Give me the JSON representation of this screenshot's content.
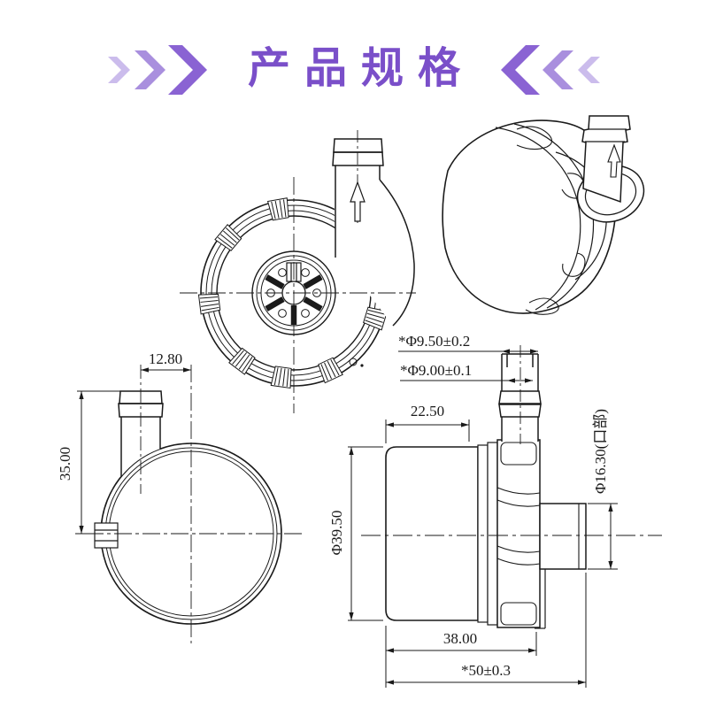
{
  "header": {
    "title": "产品规格",
    "chevron_colors": {
      "light": "#cbbcec",
      "mid": "#a98fde",
      "dark": "#8a63d3"
    },
    "title_color": "#7a4fc9"
  },
  "drawing": {
    "line_color": "#1a1a1a",
    "dims": {
      "inlet_offset": "12.80",
      "inlet_height": "35.00",
      "inlet_od": "*Φ9.50±0.2",
      "inlet_id": "*Φ9.00±0.1",
      "motor_to_head": "22.50",
      "body_diameter": "Φ39.50",
      "outlet_od": "Φ16.30(口部)",
      "head_length": "38.00",
      "total_length": "*50±0.3"
    }
  }
}
